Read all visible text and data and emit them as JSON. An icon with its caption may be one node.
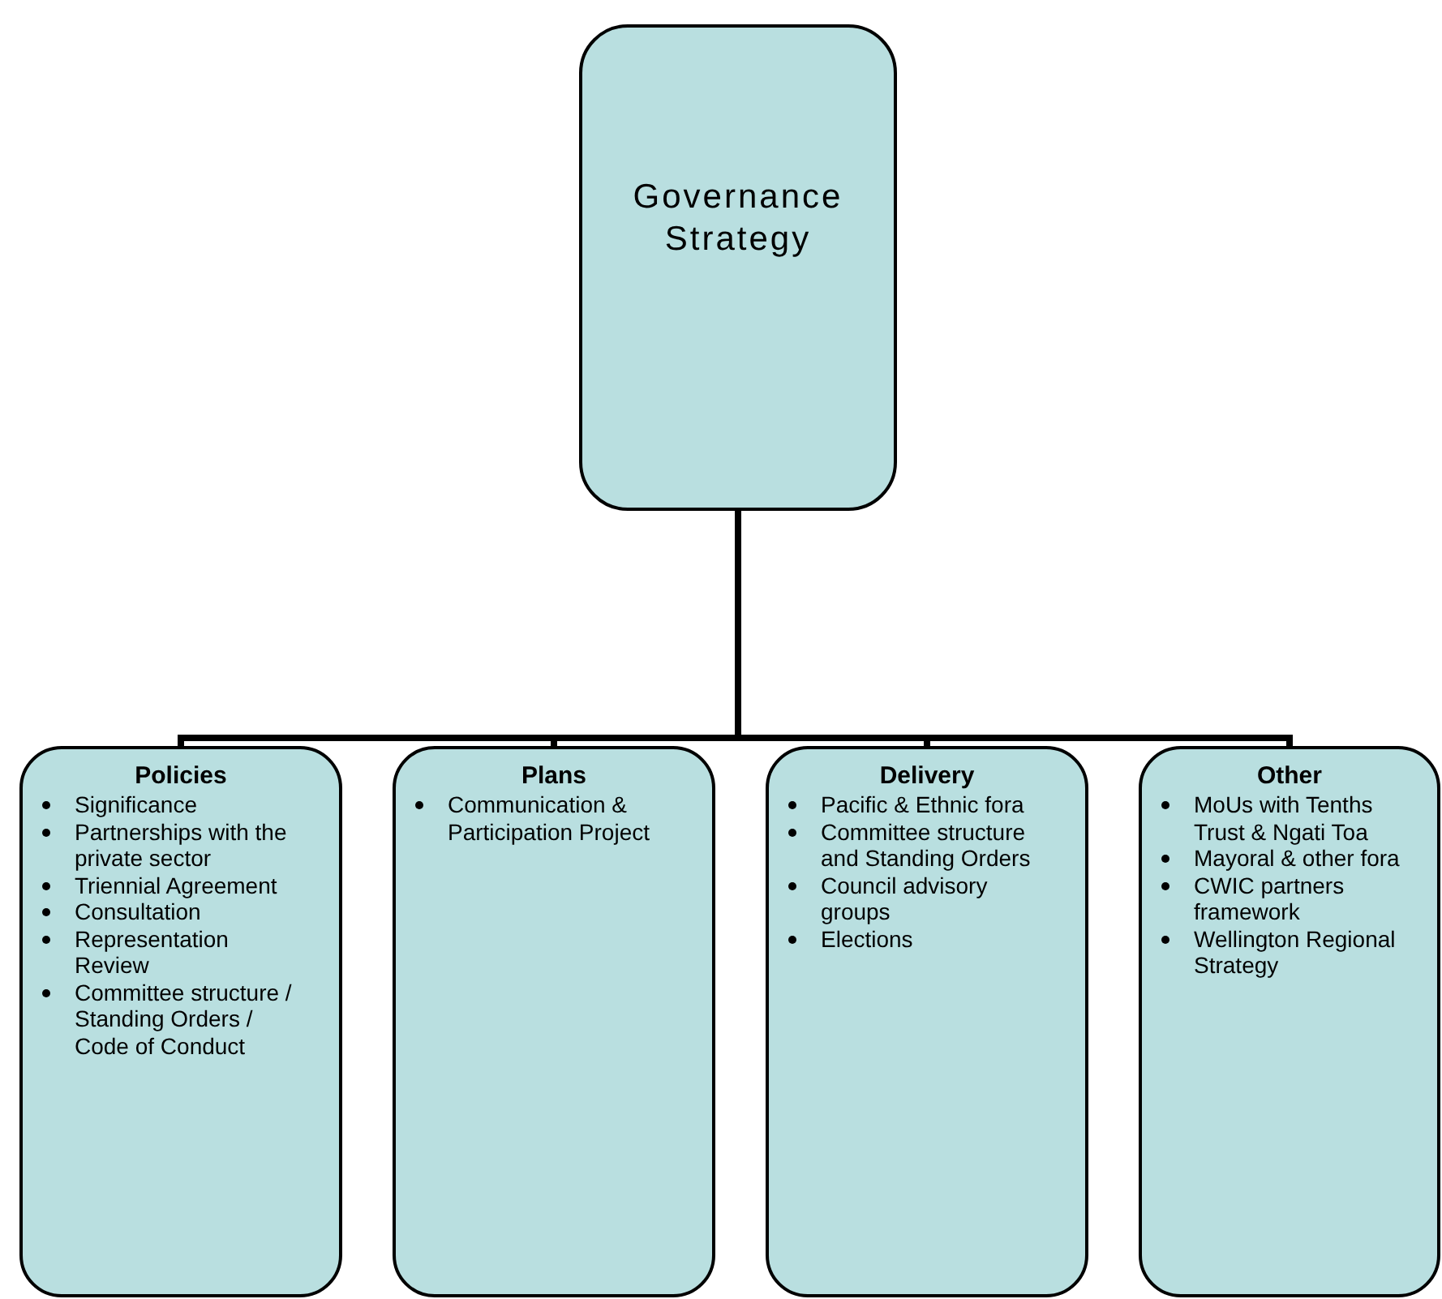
{
  "diagram": {
    "nodes": [
      {
        "text": [
          "Governance Strategy"
        ]
      },
      {
        "text": [
          "Policies",
          "Significance",
          "Partnerships with the private sector",
          "Triennial Agreement",
          "Consultation",
          "Representation Review",
          "Committee structure / Standing Orders / Code of Conduct"
        ]
      },
      {
        "text": [
          "Plans",
          "Communication & Participation Project"
        ]
      },
      {
        "text": [
          "Delivery",
          "Pacific & Ethnic fora",
          "Committee structure and Standing Orders",
          "Council advisory groups",
          "Elections"
        ]
      },
      {
        "text": [
          "Other",
          "MoUs with Tenths Trust & Ngati Toa",
          "Mayoral & other fora",
          "CWIC partners framework",
          "Wellington Regional Strategy"
        ]
      }
    ],
    "edges": [
      {
        "from": 0,
        "to": 1,
        "arrow": "none"
      },
      {
        "from": 0,
        "to": 2,
        "arrow": "none"
      },
      {
        "from": 0,
        "to": 3,
        "arrow": "none"
      },
      {
        "from": 0,
        "to": 4,
        "arrow": "none"
      }
    ]
  }
}
